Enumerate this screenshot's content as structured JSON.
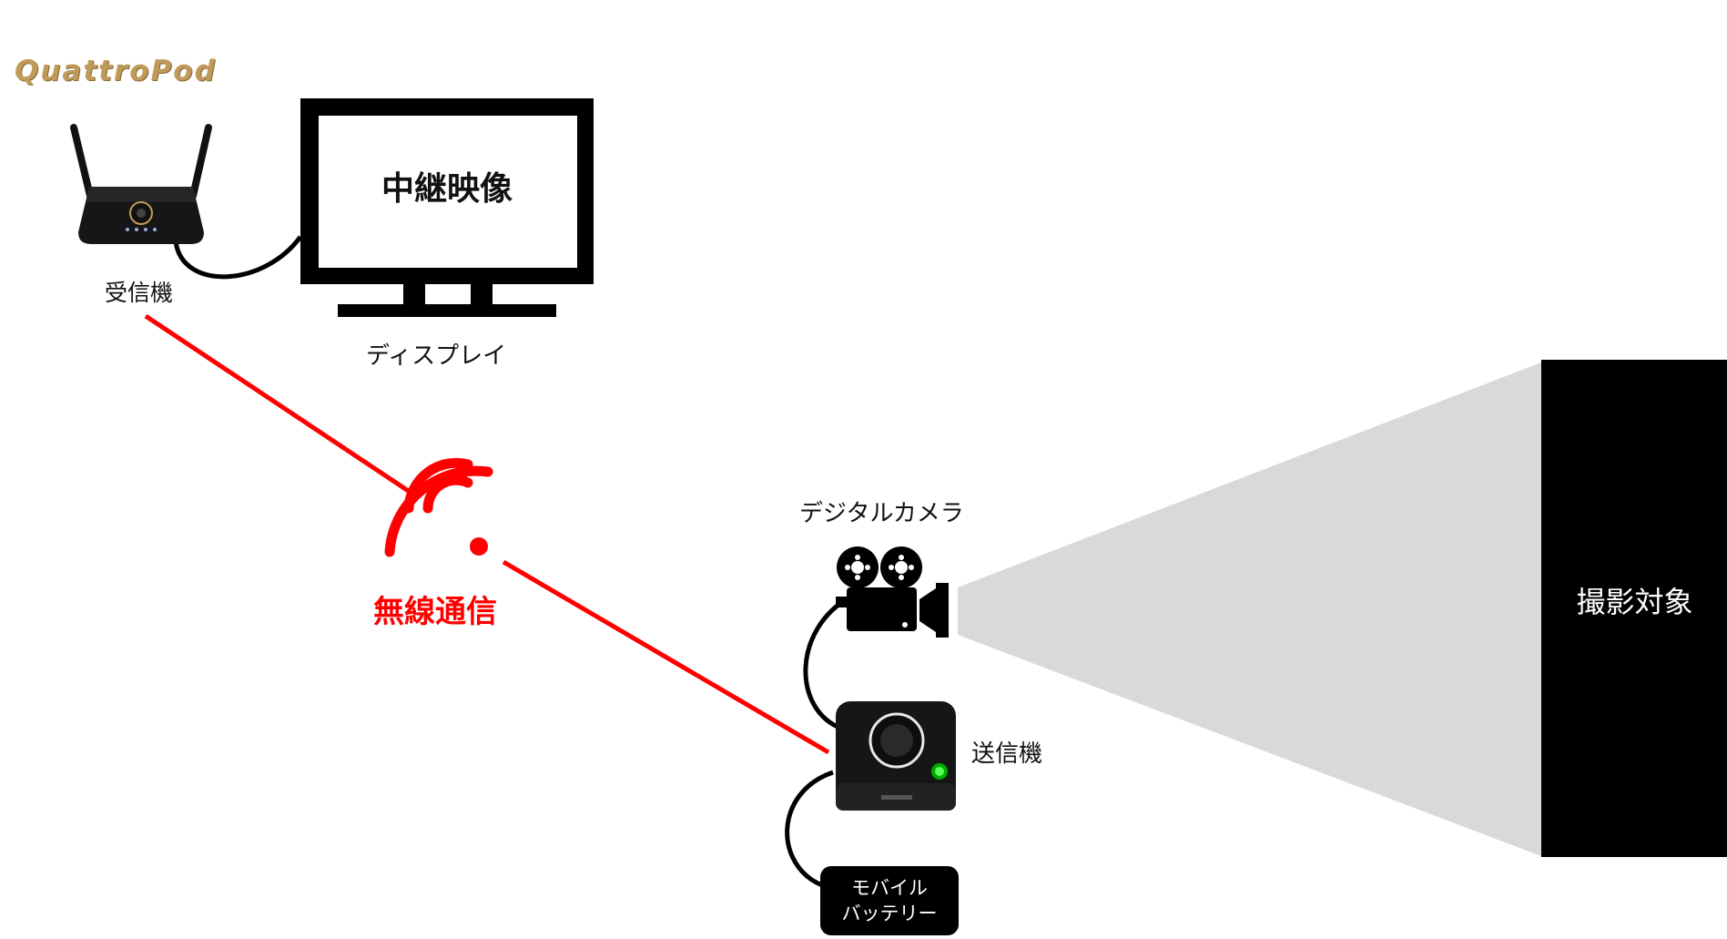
{
  "brand": {
    "logo_text": "QuattroPod"
  },
  "labels": {
    "receiver": "受信機",
    "display": "ディスプレイ",
    "screen_content": "中継映像",
    "wireless": "無線通信",
    "camera": "デジタルカメラ",
    "sender": "送信機",
    "battery_line1": "モバイル",
    "battery_line2": "バッテリー",
    "target": "撮影対象"
  },
  "icons": {
    "wifi": "wifi-signal-icon",
    "camera": "movie-camera-icon",
    "receiver": "router-icon",
    "sender": "sender-device-icon",
    "display": "monitor-icon"
  },
  "colors": {
    "wireless": "#ff0000",
    "logo": "#c09a5a",
    "projection": "#d9d9d9",
    "target_panel": "#000000"
  }
}
